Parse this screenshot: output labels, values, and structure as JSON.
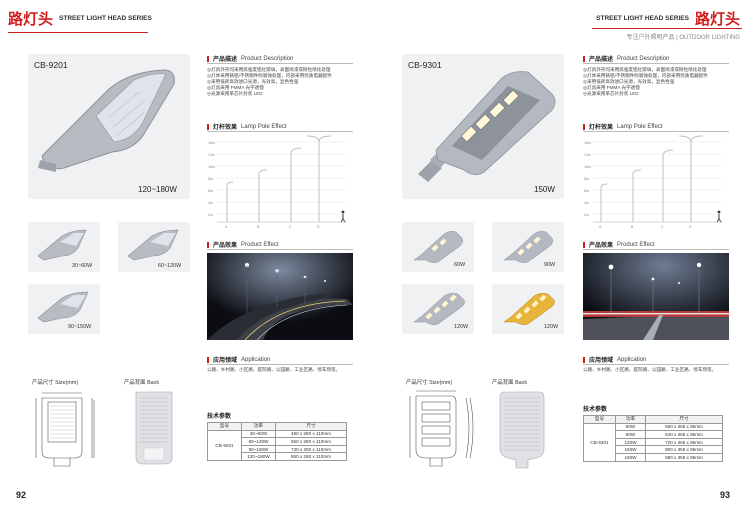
{
  "left": {
    "header_cn": "路灯头",
    "header_en": "STREET LIGHT HEAD SERIES",
    "model": "CB-9201",
    "main_power": "120~180W",
    "variants": [
      "30~60W",
      "60~120W",
      "90~150W"
    ],
    "desc_title_cn": "产品描述",
    "desc_title_en": "Product Description",
    "desc_lines": [
      "◎灯具外壳均采用高强度铝化玻璃，表面喷漆或粉粒喷化处理",
      "◎灯体采用铸铝/不锈钢件防腐蚀处理，内部采用优质电器配件",
      "◎采用低耗高效进口光源，光效高，显色性强",
      "◎灯具采用 PMMA 光学透镜",
      "◎光源采用单芯片封装 LED"
    ],
    "pole_title_cn": "灯杆效果",
    "pole_title_en": "Lamp Pole Effect",
    "pole_letters": [
      "A",
      "B",
      "C",
      "D"
    ],
    "pole_heights": [
      "15m",
      "12m",
      "10m",
      "8m",
      "6m",
      "4m",
      "2m"
    ],
    "effect_title_cn": "产品效果",
    "effect_title_en": "Product Effect",
    "app_title_cn": "应用领域",
    "app_title_en": "Application",
    "app_text": "公路、乡村路、小区路、庭院路、公园路、工业区路、停车场等。",
    "size_cn": "产品尺寸",
    "size_en": "Size(mm)",
    "back_cn": "产品背面",
    "back_en": "Back",
    "spec_title": "技术参数",
    "spec_headers": [
      "型号",
      "功率",
      "尺寸"
    ],
    "spec_model": "CB-9201",
    "spec_rows": [
      [
        "30~60W",
        "480 x 280 x 110mm"
      ],
      [
        "60~120W",
        "550 x 280 x 110mm"
      ],
      [
        "90~150W",
        "730 x 280 x 110mm"
      ],
      [
        "120~180W",
        "850 x 280 x 110mm"
      ]
    ],
    "page_number": "92"
  },
  "right": {
    "header_en": "STREET LIGHT HEAD SERIES",
    "header_cn": "路灯头",
    "subtitle": "专注户外照明产品 | OUTDOOR LIGHTING",
    "model": "CB-9301",
    "main_power": "150W",
    "variants": [
      "60W",
      "90W",
      "120W",
      "120W"
    ],
    "desc_title_cn": "产品描述",
    "desc_title_en": "Product Description",
    "desc_lines": [
      "◎灯具外壳均采用高强度铝化玻璃，表面喷漆或粉粒喷化处理",
      "◎灯体采用铸铝/不锈钢件防腐蚀处理，内部采用优质电器配件",
      "◎采用低耗高效进口光源，光效高，显色性强",
      "◎灯具采用 PMMA 光学透镜",
      "◎光源采用单芯片封装 LED"
    ],
    "pole_title_cn": "灯杆效果",
    "pole_title_en": "Lamp Pole Effect",
    "pole_letters": [
      "A",
      "B",
      "C",
      "D"
    ],
    "pole_heights": [
      "15m",
      "12m",
      "10m",
      "8m",
      "6m",
      "4m",
      "2m"
    ],
    "effect_title_cn": "产品效果",
    "effect_title_en": "Product Effect",
    "app_title_cn": "应用领域",
    "app_title_en": "Application",
    "app_text": "公路、乡村路、小区路、庭院路、公园路、工业区路、停车场等。",
    "size_cn": "产品尺寸",
    "size_en": "Size(mm)",
    "back_cn": "产品背面",
    "back_en": "Back",
    "spec_title": "技术参数",
    "spec_headers": [
      "型号",
      "功率",
      "尺寸"
    ],
    "spec_model": "CB-9301",
    "spec_rows": [
      [
        "60W",
        "560 x 355 x 95mm"
      ],
      [
        "90W",
        "640 x 355 x 95mm"
      ],
      [
        "120W",
        "720 x 355 x 95mm"
      ],
      [
        "150W",
        "800 x 355 x 95mm"
      ],
      [
        "180W",
        "880 x 355 x 95mm"
      ]
    ],
    "page_number": "93"
  },
  "colors": {
    "accent": "#d11e1e",
    "panel": "#f0f1f3",
    "lamp_body": "#b9bcc3",
    "gold_variant": "#e8b43c"
  }
}
